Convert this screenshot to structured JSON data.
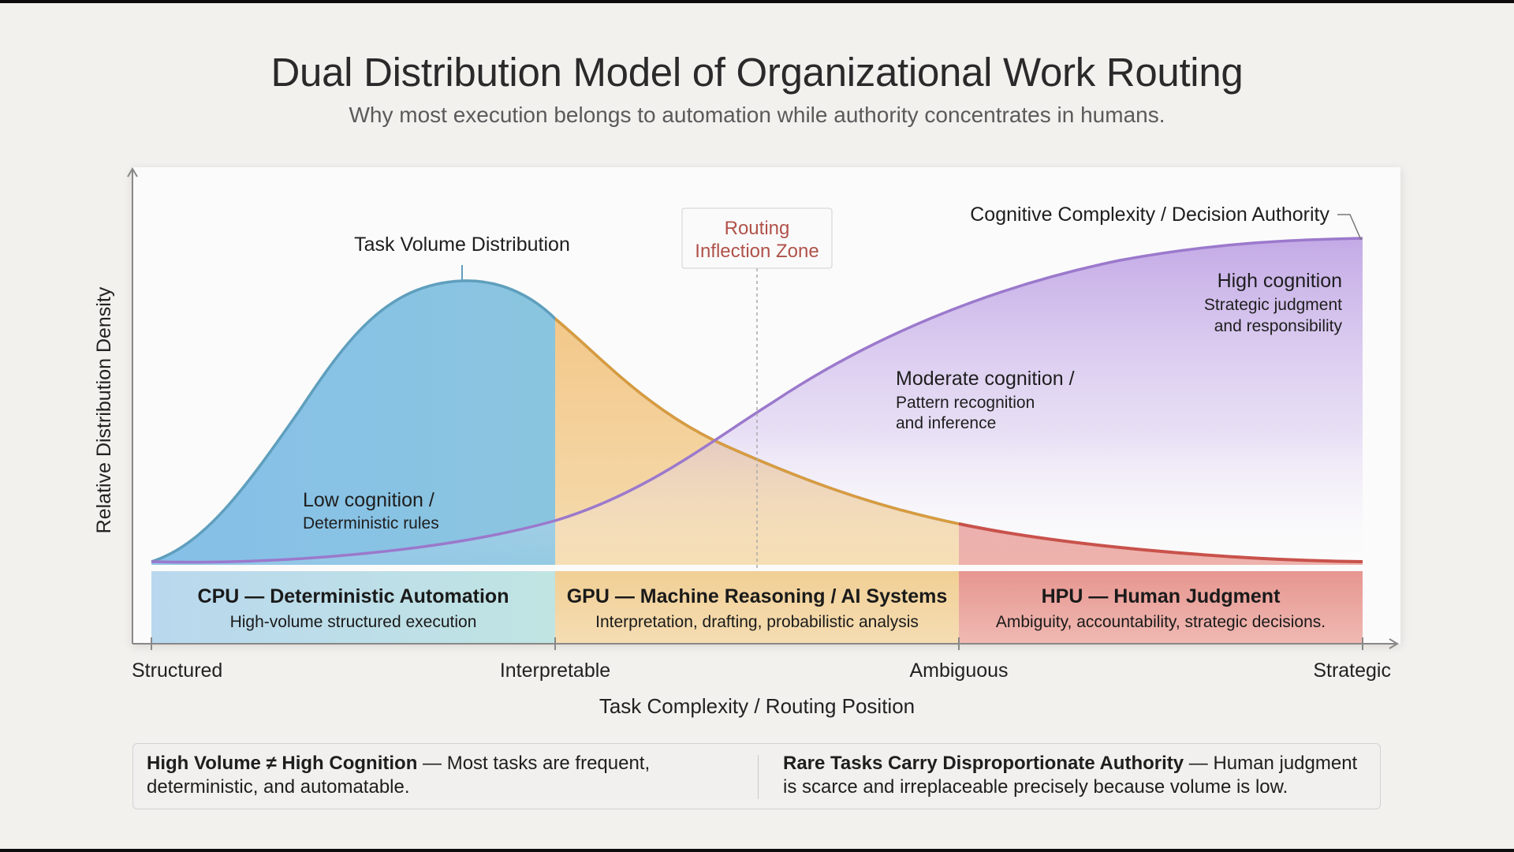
{
  "title": "Dual Distribution Model of Organizational Work Routing",
  "subtitle": "Why most execution belongs to automation while authority concentrates in humans.",
  "chart_data": {
    "type": "area",
    "xlabel": "Task Complexity / Routing Position",
    "ylabel": "Relative Distribution Density",
    "x_ticks": [
      "Structured",
      "Interpretable",
      "Ambiguous",
      "Strategic"
    ],
    "series": [
      {
        "name": "Task Volume Distribution",
        "color": "#5f9fbd"
      },
      {
        "name": "Cognitive Complexity / Decision Authority",
        "color": "#9b79cc"
      }
    ],
    "inflection_label": [
      "Routing",
      "Inflection Zone"
    ],
    "annotations": {
      "low": {
        "title": "Low cognition /",
        "detail": "Deterministic rules"
      },
      "moderate": {
        "title": "Moderate cognition /",
        "detail1": "Pattern recognition",
        "detail2": "and inference"
      },
      "high": {
        "title": "High cognition",
        "detail1": "Strategic judgment",
        "detail2": "and responsibility"
      }
    },
    "zones": [
      {
        "name": "CPU — Deterministic Automation",
        "desc": "High-volume structured execution",
        "color": "#a9cde6"
      },
      {
        "name": "GPU — Machine Reasoning / AI Systems",
        "desc": "Interpretation, drafting, probabilistic analysis",
        "color": "#efc27a"
      },
      {
        "name": "HPU — Human Judgment",
        "desc": "Ambiguity, accountability, strategic decisions.",
        "color": "#e48a85"
      }
    ]
  },
  "callouts": {
    "left_bold": "High Volume ≠ High Cognition",
    "left_text": " — Most tasks are frequent, deterministic, and automatable.",
    "right_bold": "Rare Tasks Carry Disproportionate Authority",
    "right_text": " — Human judgment is scarce and irreplaceable precisely because volume is low."
  }
}
